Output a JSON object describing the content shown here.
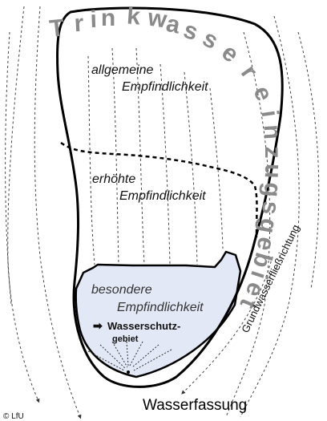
{
  "figure": {
    "catchment_title": "Trinkwassereinzugsgebiet",
    "zones": [
      {
        "id": "general",
        "lines": [
          "allgemeine",
          "Empfindlichkeit"
        ]
      },
      {
        "id": "increased",
        "lines": [
          "erhöhte",
          "Empfindlichkeit"
        ]
      },
      {
        "id": "special",
        "lines": [
          "besondere",
          "Empfindlichkeit"
        ]
      }
    ],
    "protection_area": {
      "arrow": "➡",
      "line1": "Wasserschutz-",
      "line2": "gebiet"
    },
    "flow_direction_label": "Grundwasserfließrichtung",
    "intake_label": "Wasserfassung",
    "copyright": "© LfU"
  },
  "colors": {
    "protection_fill": "#e3e8f6",
    "catchment_text": "#8a8a8a",
    "outline": "#000000",
    "flow_lines": "#444444"
  }
}
